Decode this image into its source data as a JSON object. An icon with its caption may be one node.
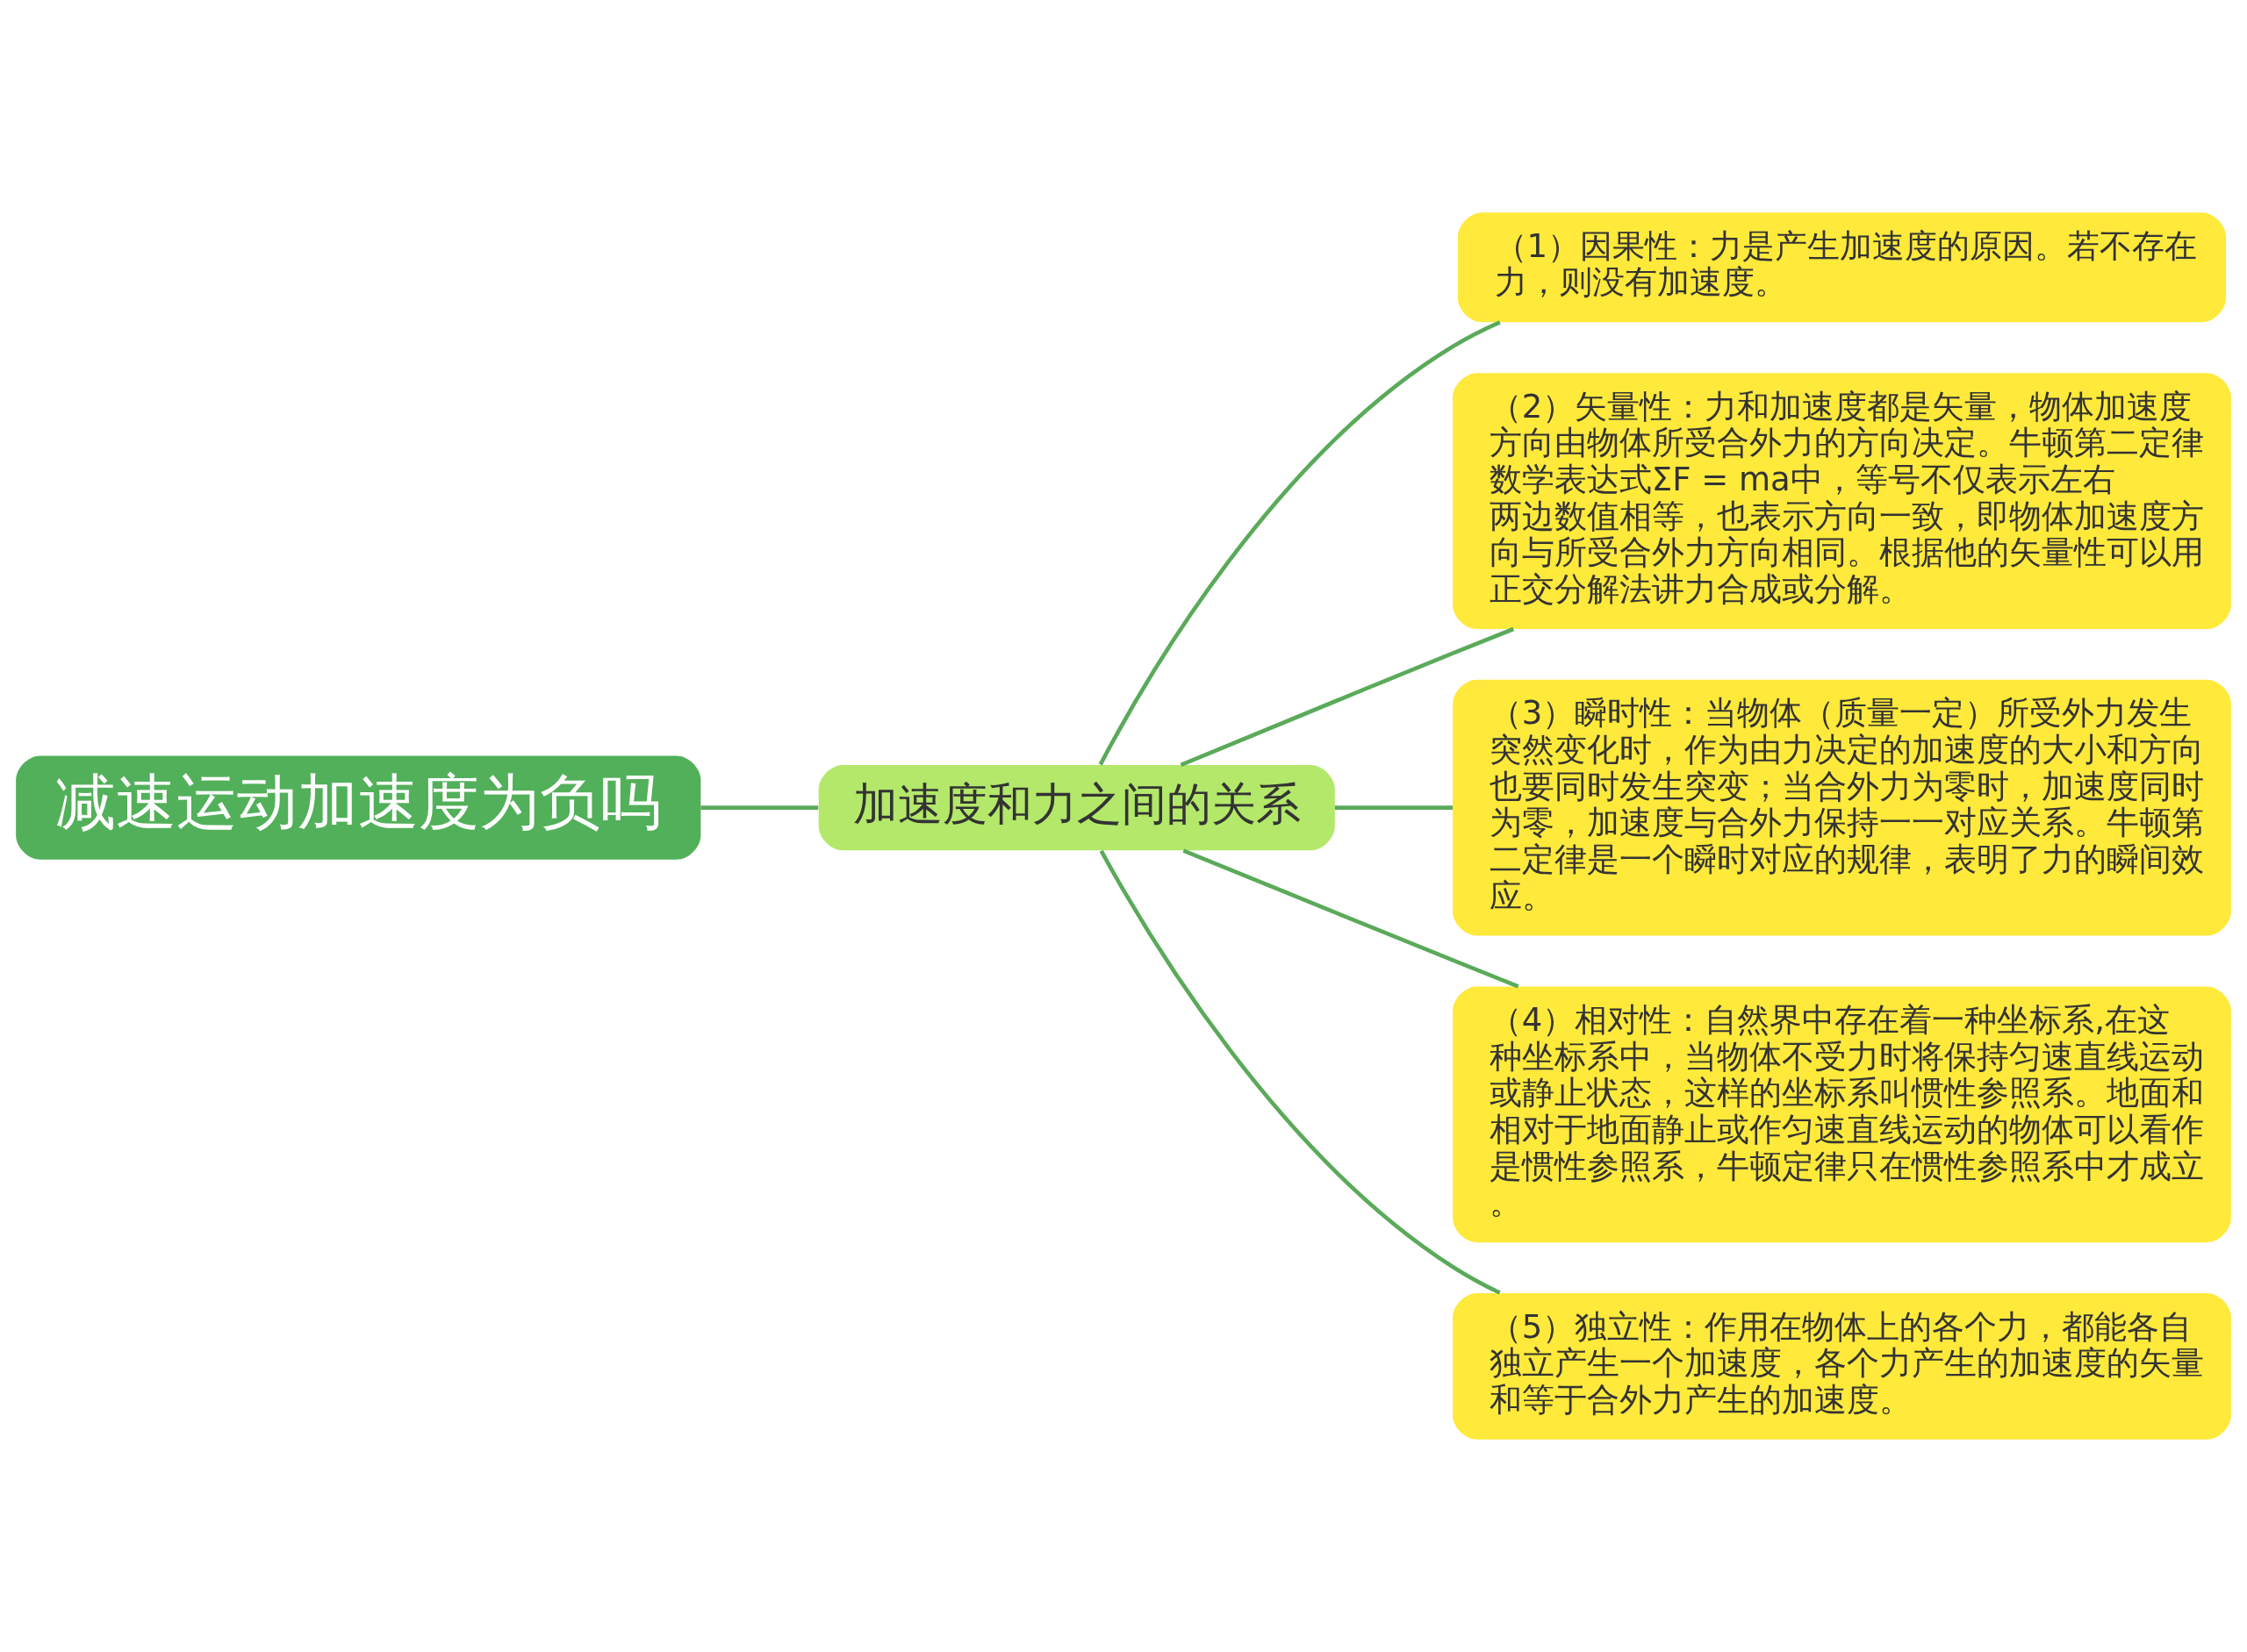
{
  "diagram": {
    "nodes": [
      {
        "text": [
          "减速运动加速度为负吗"
        ]
      },
      {
        "text": [
          "加速度和力之间的关系"
        ]
      },
      {
        "text": [
          "（1）因果性：力是产生加速度的原因。若不存在力，则没有加速度。"
        ]
      },
      {
        "text": [
          "（2）矢量性：力和加速度都是矢量，物体加速度方向由物体所受合外力的方向决定。牛顿第二定律数学表达式ΣF = ma中，等号不仅表示左右两边数值相等，也表示方向一致，即物体加速度方向与所受合外力方向相同。根据他的矢量性可以用正交分解法讲力合成或分解。"
        ]
      },
      {
        "text": [
          "（3）瞬时性：当物体（质量一定）所受外力发生突然变化时，作为由力决定的加速度的大小和方向也要同时发生突变；当合外力为零时，加速度同时为零，加速度与合外力保持一一对应关系。牛顿第二定律是一个瞬时对应的规律，表明了力的瞬间效应。"
        ]
      },
      {
        "text": [
          "（4）相对性：自然界中存在着一种坐标系,在这种坐标系中，当物体不受力时将保持匀速直线运动或静止状态，这样的坐标系叫惯性参照系。地面和相对于地面静止或作匀速直线运动的物体可以看作是惯性参照系，牛顿定律只在惯性参照系中才成立。"
        ]
      },
      {
        "text": [
          "（5）独立性：作用在物体上的各个力，都能各自独立产生一个加速度，各个力产生的加速度的矢量和等于合外力产生的加速度。"
        ]
      }
    ],
    "edges": [
      {
        "from": 0,
        "to": 1,
        "arrow": "none"
      },
      {
        "from": 1,
        "to": 2,
        "arrow": "none"
      },
      {
        "from": 1,
        "to": 3,
        "arrow": "none"
      },
      {
        "from": 1,
        "to": 4,
        "arrow": "none"
      },
      {
        "from": 1,
        "to": 5,
        "arrow": "none"
      },
      {
        "from": 1,
        "to": 6,
        "arrow": "none"
      }
    ]
  }
}
